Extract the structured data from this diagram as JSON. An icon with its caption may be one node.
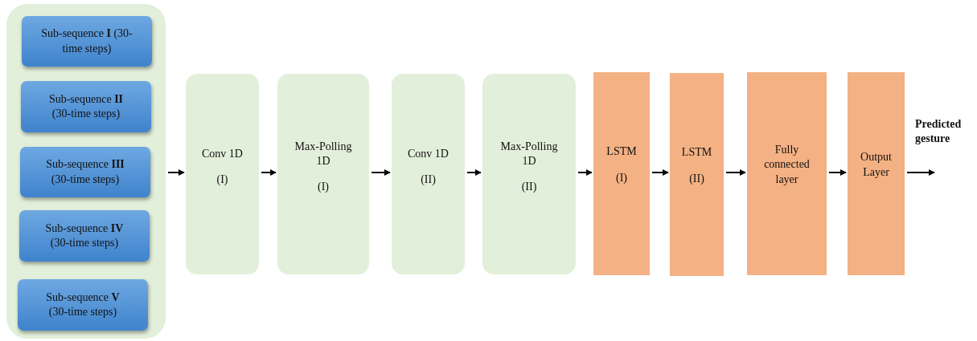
{
  "diagram": {
    "nodes": [
      {
        "text": [],
        "shape": "box"
      },
      {
        "text": [
          "Sub-sequence **I** (30-time steps)"
        ],
        "in": 0
      },
      {
        "text": [
          "Sub-sequence **II** (30-time steps)"
        ],
        "in": 0
      },
      {
        "text": [
          "Sub-sequence **III** (30-time steps)"
        ],
        "in": 0
      },
      {
        "text": [
          "Sub-sequence **IV** (30-time steps)"
        ],
        "in": 0
      },
      {
        "text": [
          "Sub-sequence **V** (30-time steps)"
        ],
        "in": 0
      },
      {
        "text": [
          "Conv 1D",
          "(I)"
        ]
      },
      {
        "text": [
          "Max-Polling 1D",
          "(I)"
        ]
      },
      {
        "text": [
          "Conv 1D",
          "(II)"
        ]
      },
      {
        "text": [
          "Max-Polling 1D",
          "(II)"
        ]
      },
      {
        "text": [
          "LSTM",
          "(I)"
        ]
      },
      {
        "text": [
          "LSTM",
          "(II)"
        ]
      },
      {
        "text": [
          "Fully connected layer"
        ]
      },
      {
        "text": [
          "Output Layer"
        ]
      },
      {
        "text": [
          "Predicted gesture"
        ]
      }
    ],
    "edges": [
      {
        "from": 0,
        "to": 6,
        "arrow": "to"
      },
      {
        "from": 6,
        "to": 7,
        "arrow": "to"
      },
      {
        "from": 7,
        "to": 8,
        "arrow": "to"
      },
      {
        "from": 8,
        "to": 9,
        "arrow": "to"
      },
      {
        "from": 9,
        "to": 10,
        "arrow": "to"
      },
      {
        "from": 10,
        "to": 11,
        "arrow": "to"
      },
      {
        "from": 11,
        "to": 12,
        "arrow": "to"
      },
      {
        "from": 12,
        "to": 13,
        "arrow": "to"
      },
      {
        "from": 13,
        "to": 14,
        "arrow": "to"
      }
    ]
  }
}
